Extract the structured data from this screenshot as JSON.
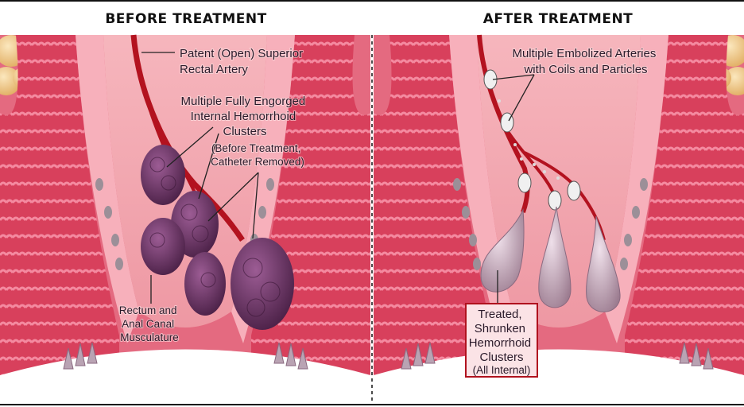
{
  "panels": {
    "before": {
      "title": "BEFORE TREATMENT"
    },
    "after": {
      "title": "AFTER TREATMENT"
    }
  },
  "labels": {
    "patent_artery": [
      "Patent (Open) Superior",
      "Rectal Artery"
    ],
    "engorged": [
      "Multiple Fully Engorged",
      "Internal Hemorrhoid",
      "Clusters"
    ],
    "engorged_note": [
      "(Before Treatment,",
      "Catheter Removed)"
    ],
    "musculature": [
      "Rectum and",
      "Anal Canal",
      "Musculature"
    ],
    "embolized": [
      "Multiple Embolized Arteries",
      "with Coils and Particles"
    ],
    "treated": [
      "Treated,",
      "Shrunken",
      "Hemorrhoid",
      "Clusters"
    ],
    "treated_note": "(All Internal)"
  },
  "colors": {
    "tissue_pink": "#e8788c",
    "muscle_red": "#c9304f",
    "artery_red": "#c21a2a",
    "engorged_purple": "#6e3868",
    "shrunken_lilac": "#c9aec0",
    "fat_yellow": "#f2cf93",
    "callout_border": "#b0121e"
  }
}
